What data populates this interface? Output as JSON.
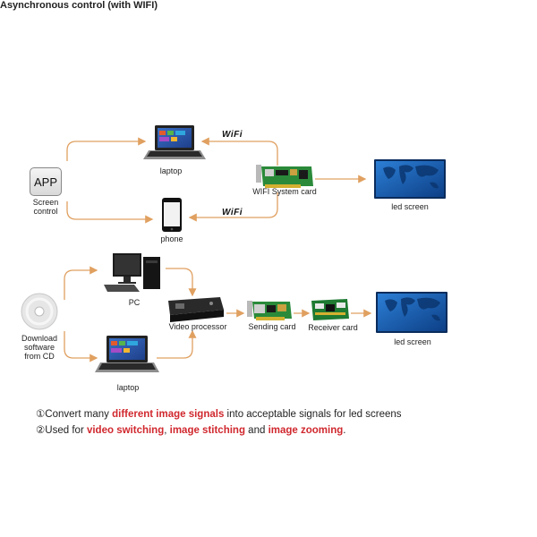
{
  "title": "Asynchronous control (with WIFI)",
  "top": {
    "app_icon": "APP",
    "app_label_1": "Screen",
    "app_label_2": "control",
    "laptop": "laptop",
    "phone": "phone",
    "wifi_1": "WiFi",
    "wifi_2": "WiFi",
    "wifi_card": "WIFI System card",
    "led_screen": "led screen"
  },
  "bottom": {
    "cd_label_1": "Download",
    "cd_label_2": "software",
    "cd_label_3": "from CD",
    "pc": "PC",
    "laptop": "laptop",
    "video_processor": "Video processor",
    "sending_card": "Sending card",
    "receiver_card": "Receiver card",
    "led_screen": "led screen"
  },
  "notes": {
    "line1_prefix": "①Convert many ",
    "line1_highlight": "different image signals",
    "line1_suffix": " into acceptable signals for led screens",
    "line2_prefix": "②Used for ",
    "line2_hl1": "video switching",
    "line2_sep1": ", ",
    "line2_hl2": "image stitching",
    "line2_sep2": " and ",
    "line2_hl3": "image zooming",
    "line2_suffix": "."
  },
  "colors": {
    "arrow": "#e0a060",
    "highlight": "#d0282e",
    "screen_blue": "#1a5fb0"
  }
}
